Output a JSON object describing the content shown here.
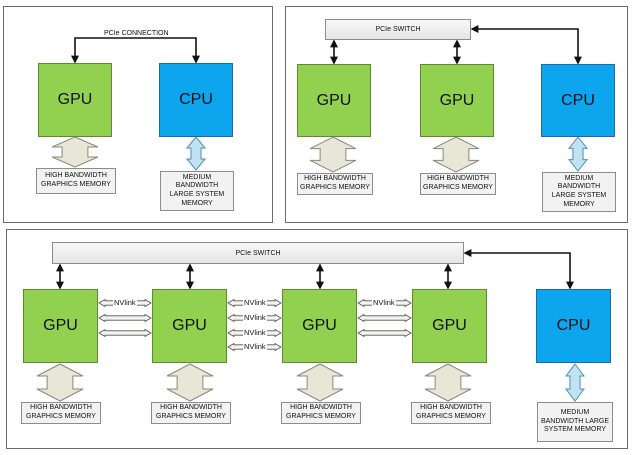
{
  "diagram1": {
    "connection_label": "PCIe CONNECTION",
    "gpu_label": "GPU",
    "cpu_label": "CPU",
    "gpu_memory": "HIGH BANDWIDTH GRAPHICS MEMORY",
    "cpu_memory": "MEDIUM BANDWIDTH LARGE SYSTEM MEMORY"
  },
  "diagram2": {
    "switch_label": "PCIe SWITCH",
    "gpus": [
      {
        "label": "GPU",
        "memory": "HIGH BANDWIDTH GRAPHICS MEMORY"
      },
      {
        "label": "GPU",
        "memory": "HIGH BANDWIDTH GRAPHICS MEMORY"
      }
    ],
    "cpu_label": "CPU",
    "cpu_memory": "MEDIUM BANDWIDTH LARGE SYSTEM MEMORY"
  },
  "diagram3": {
    "switch_label": "PCIe SWITCH",
    "gpus": [
      {
        "label": "GPU",
        "memory": "HIGH BANDWIDTH GRAPHICS MEMORY"
      },
      {
        "label": "GPU",
        "memory": "HIGH BANDWIDTH GRAPHICS MEMORY"
      },
      {
        "label": "GPU",
        "memory": "HIGH BANDWIDTH GRAPHICS MEMORY"
      },
      {
        "label": "GPU",
        "memory": "HIGH BANDWIDTH GRAPHICS MEMORY"
      }
    ],
    "cpu_label": "CPU",
    "cpu_memory": "MEDIUM BANDWIDTH LARGE SYSTEM MEMORY",
    "nvlink_label": "NVlink"
  },
  "colors": {
    "gpu": "#92d050",
    "cpu": "#0ea5ef",
    "memory_arrow_gpu": "#e8e6d6",
    "memory_arrow_cpu": "#bfe3f2",
    "panel_border": "#6b6b6b"
  }
}
